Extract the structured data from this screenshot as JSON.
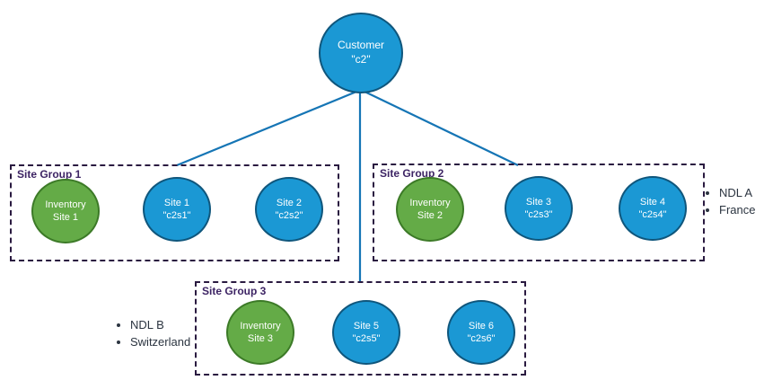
{
  "diagram_title": "customer-site-topology",
  "customer": {
    "line1": "Customer",
    "line2": "\"c2\""
  },
  "groups": [
    {
      "label": "Site Group 1",
      "nodes": [
        {
          "kind": "inventory",
          "line1": "Inventory",
          "line2": "Site 1"
        },
        {
          "kind": "site",
          "line1": "Site 1",
          "line2": "\"c2s1\""
        },
        {
          "kind": "site",
          "line1": "Site 2",
          "line2": "\"c2s2\""
        }
      ]
    },
    {
      "label": "Site Group 2",
      "nodes": [
        {
          "kind": "inventory",
          "line1": "Inventory",
          "line2": "Site 2"
        },
        {
          "kind": "site",
          "line1": "Site 3",
          "line2": "\"c2s3\""
        },
        {
          "kind": "site",
          "line1": "Site 4",
          "line2": "\"c2s4\""
        }
      ]
    },
    {
      "label": "Site Group 3",
      "nodes": [
        {
          "kind": "inventory",
          "line1": "Inventory",
          "line2": "Site 3"
        },
        {
          "kind": "site",
          "line1": "Site 5",
          "line2": "\"c2s5\""
        },
        {
          "kind": "site",
          "line1": "Site 6",
          "line2": "\"c2s6\""
        }
      ]
    }
  ],
  "annotations": [
    {
      "items": [
        "NDL A",
        "France"
      ]
    },
    {
      "items": [
        "NDL B",
        "Switzerland"
      ]
    }
  ],
  "colors": {
    "site_fill": "#1b98d4",
    "site_border": "#0f567c",
    "inventory_fill": "#64ab47",
    "inventory_border": "#3c7a27",
    "connector": "#1575b5",
    "group_border": "#2a1a40",
    "group_label": "#3d2464",
    "annotation_text": "#2b3440"
  }
}
